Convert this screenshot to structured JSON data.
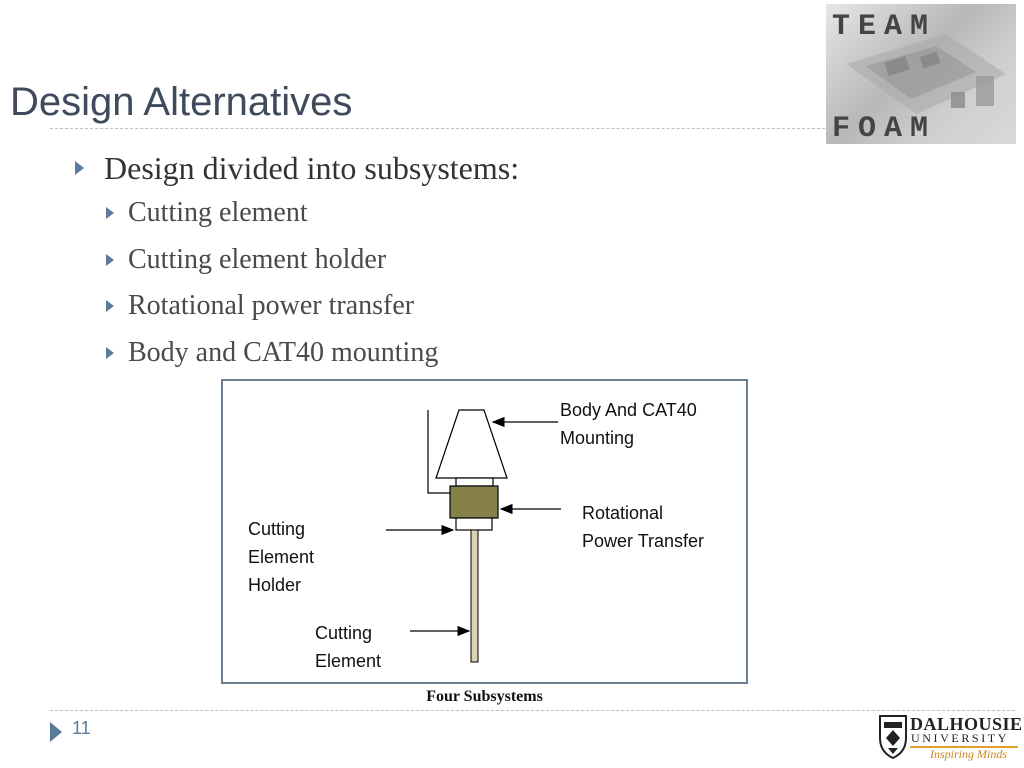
{
  "slide": {
    "title": "Design Alternatives",
    "page_number": "11"
  },
  "bullets": {
    "main": "Design divided into subsystems:",
    "sub": [
      "Cutting element",
      "Cutting element holder",
      "Rotational power transfer",
      "Body and CAT40 mounting"
    ]
  },
  "figure": {
    "labels": {
      "body_mount": "Body And CAT40\nMounting",
      "power_transfer": "Rotational\nPower Transfer",
      "holder": "Cutting\nElement\nHolder",
      "cutting_element": "Cutting\nElement"
    },
    "caption": "Four Subsystems"
  },
  "logos": {
    "team_foam": {
      "line1": "TEAM",
      "line2": "FOAM"
    },
    "dalhousie": {
      "name": "DALHOUSIE",
      "sub": "UNIVERSITY",
      "tagline": "Inspiring Minds"
    }
  },
  "colors": {
    "title": "#3f4a5c",
    "bullet_marker": "#5b7b9c",
    "transfer_block": "#86804a",
    "shaft": "#d9d3b4",
    "frame": "#6b7d90",
    "dal_accent": "#e0a030"
  }
}
